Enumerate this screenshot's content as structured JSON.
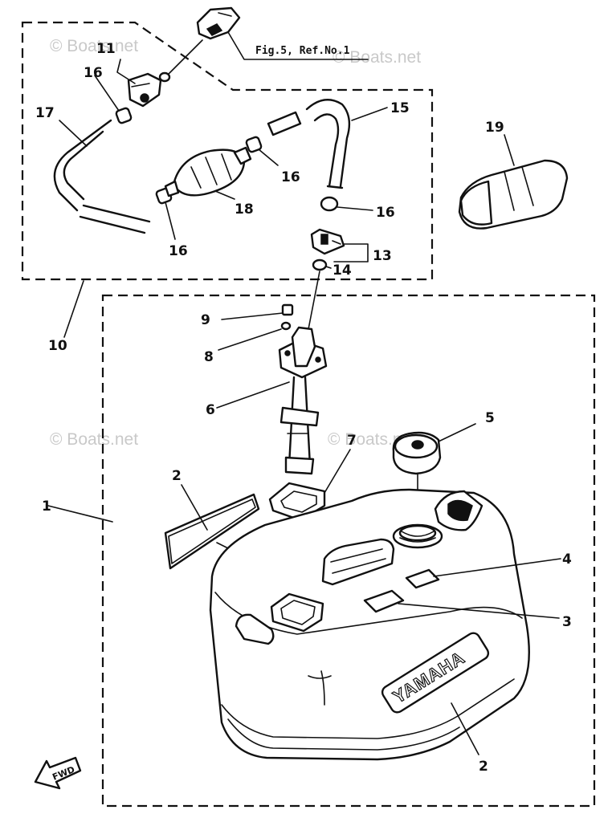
{
  "diagram": {
    "reference_note": "Fig.5, Ref.No.1",
    "watermark": "© Boats.net",
    "brand_marking": "YAMAHA",
    "direction_marker": "FWD",
    "callouts": {
      "c1": "1",
      "c2a": "2",
      "c2b": "2",
      "c3": "3",
      "c4": "4",
      "c5": "5",
      "c6": "6",
      "c7": "7",
      "c8": "8",
      "c9": "9",
      "c10": "10",
      "c11": "11",
      "c13": "13",
      "c14": "14",
      "c15": "15",
      "c16a": "16",
      "c16b": "16",
      "c16c": "16",
      "c16d": "16",
      "c17": "17",
      "c18": "18",
      "c19": "19"
    }
  }
}
